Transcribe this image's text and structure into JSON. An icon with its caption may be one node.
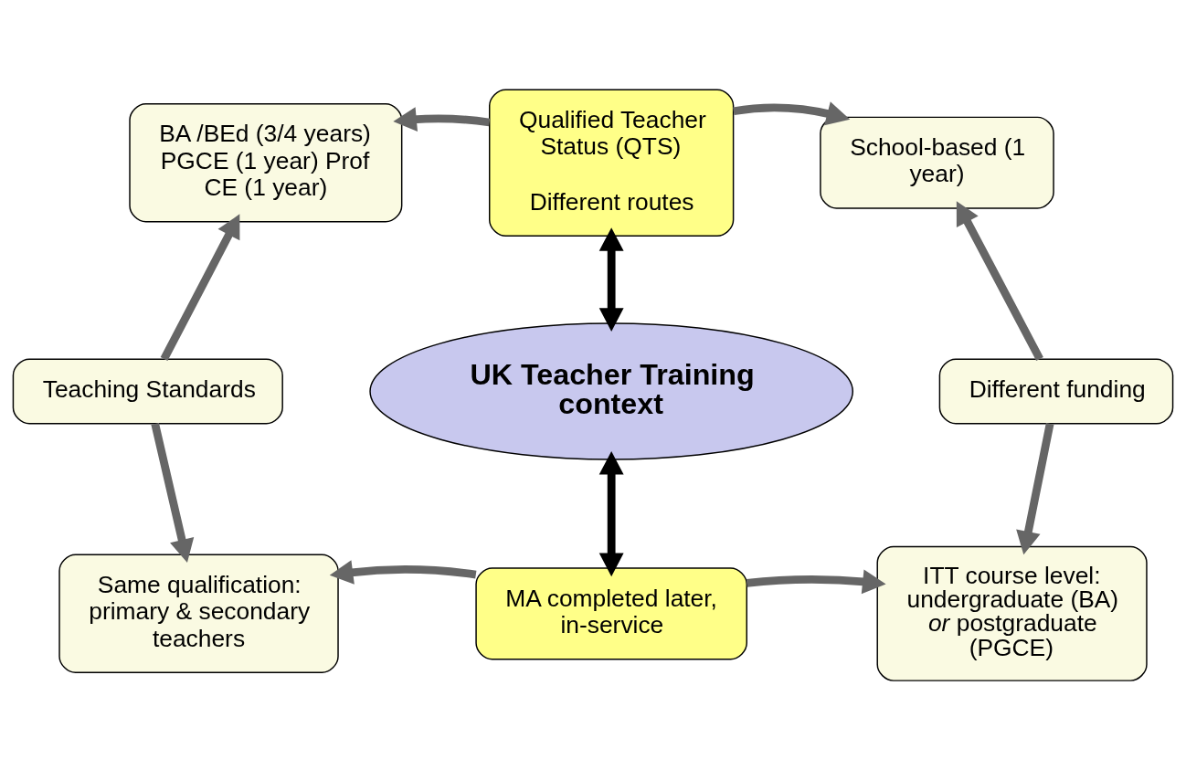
{
  "diagram": {
    "nodes": [
      {
        "text": [
          "Qualified Teacher Status (QTS)",
          "Different routes"
        ]
      },
      {
        "text": [
          "BA /BEd (3/4 years) PGCE (1 year) Prof CE (1 year)"
        ]
      },
      {
        "text": [
          "School-based (1 year)"
        ]
      },
      {
        "text": [
          "Teaching Standards"
        ]
      },
      {
        "text": [
          "UK Teacher Training context"
        ]
      },
      {
        "text": [
          "Different funding"
        ]
      },
      {
        "text": [
          "Same qualification: primary & secondary teachers"
        ]
      },
      {
        "text": [
          "MA completed later, in-service"
        ]
      },
      {
        "text": [
          "ITT course level: undergraduate (BA) *or* postgraduate (PGCE)"
        ]
      }
    ],
    "edges": [
      {
        "from": 0,
        "to": 1,
        "arrow": "to"
      },
      {
        "from": 0,
        "to": 2,
        "arrow": "to"
      },
      {
        "from": 0,
        "to": 4,
        "arrow": "both",
        "color": "#000000"
      },
      {
        "from": 4,
        "to": 7,
        "arrow": "both",
        "color": "#000000"
      },
      {
        "from": 3,
        "to": 1,
        "arrow": "to"
      },
      {
        "from": 3,
        "to": 6,
        "arrow": "to"
      },
      {
        "from": 5,
        "to": 2,
        "arrow": "to"
      },
      {
        "from": 5,
        "to": 8,
        "arrow": "to"
      },
      {
        "from": 7,
        "to": 6,
        "arrow": "to"
      },
      {
        "from": 7,
        "to": 8,
        "arrow": "to"
      }
    ]
  }
}
